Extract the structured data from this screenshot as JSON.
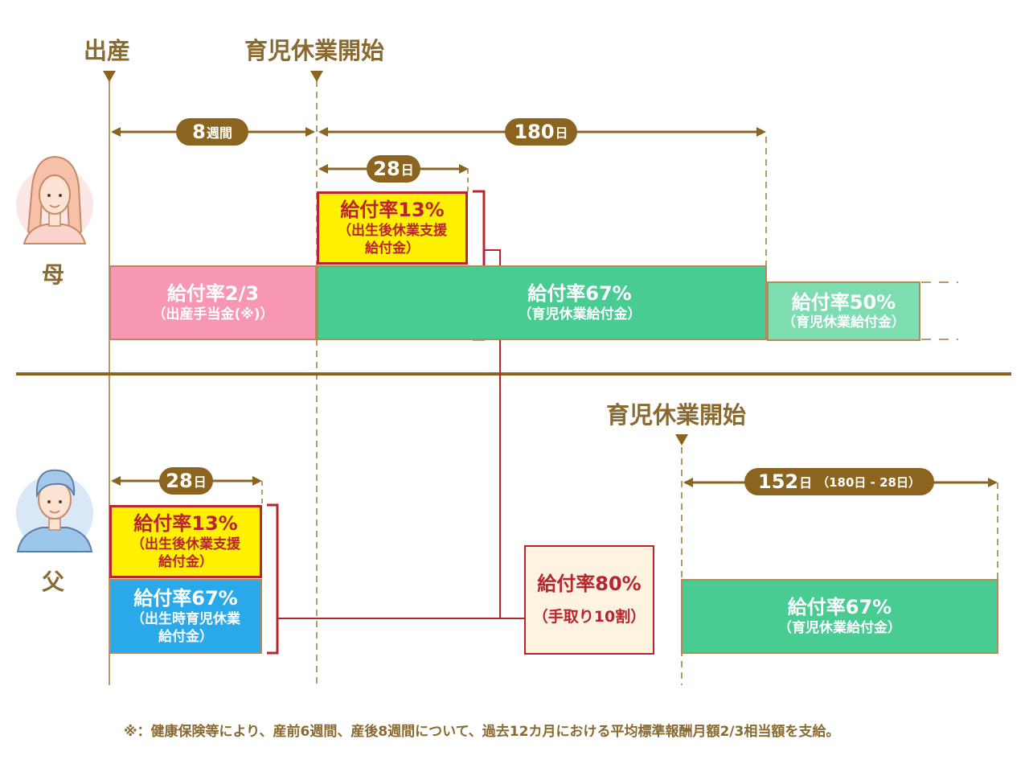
{
  "headers": {
    "birth": "出産",
    "leave_start_mother": "育児休業開始",
    "leave_start_father": "育児休業開始"
  },
  "roles": {
    "mother": "母",
    "father": "父"
  },
  "durations": {
    "mother_8weeks": {
      "num": "8",
      "unit": "週間"
    },
    "mother_180days": {
      "num": "180",
      "unit": "日"
    },
    "mother_28days": {
      "num": "28",
      "unit": "日"
    },
    "father_28days": {
      "num": "28",
      "unit": "日"
    },
    "father_152days": {
      "num": "152",
      "unit": "日",
      "sub": "（180日 - 28日）"
    }
  },
  "boxes": {
    "mother_maternity": {
      "title": "給付率2/3",
      "sub": "（出産手当金(※)）"
    },
    "mother_postnatal": {
      "title": "給付率13%",
      "sub": "（出生後休業支援\n給付金）"
    },
    "mother_childcare67": {
      "title": "給付率67%",
      "sub": "（育児休業給付金）"
    },
    "mother_childcare50": {
      "title": "給付率50%",
      "sub": "（育児休業給付金）"
    },
    "father_postnatal": {
      "title": "給付率13%",
      "sub": "（出生後休業支援\n給付金）"
    },
    "father_birthtime": {
      "title": "給付率67%",
      "sub": "（出生時育児休業\n給付金）"
    },
    "father_childcare67": {
      "title": "給付率67%",
      "sub": "（育児休業給付金）"
    },
    "combined80": {
      "title": "給付率80%",
      "sub": "（手取り10割）"
    }
  },
  "footnote": "※：健康保険等により、産前6週間、産後8週間について、過去12カ月における平均標準報酬月額2/3相当額を支給。",
  "colors": {
    "brown": "#8b6520",
    "pink": "#f797b4",
    "green": "#48cc94",
    "light_green": "#7ddcb0",
    "yellow": "#fff100",
    "blue": "#2aa9ea",
    "cream": "#fdf3e0",
    "red": "#b8252e"
  }
}
